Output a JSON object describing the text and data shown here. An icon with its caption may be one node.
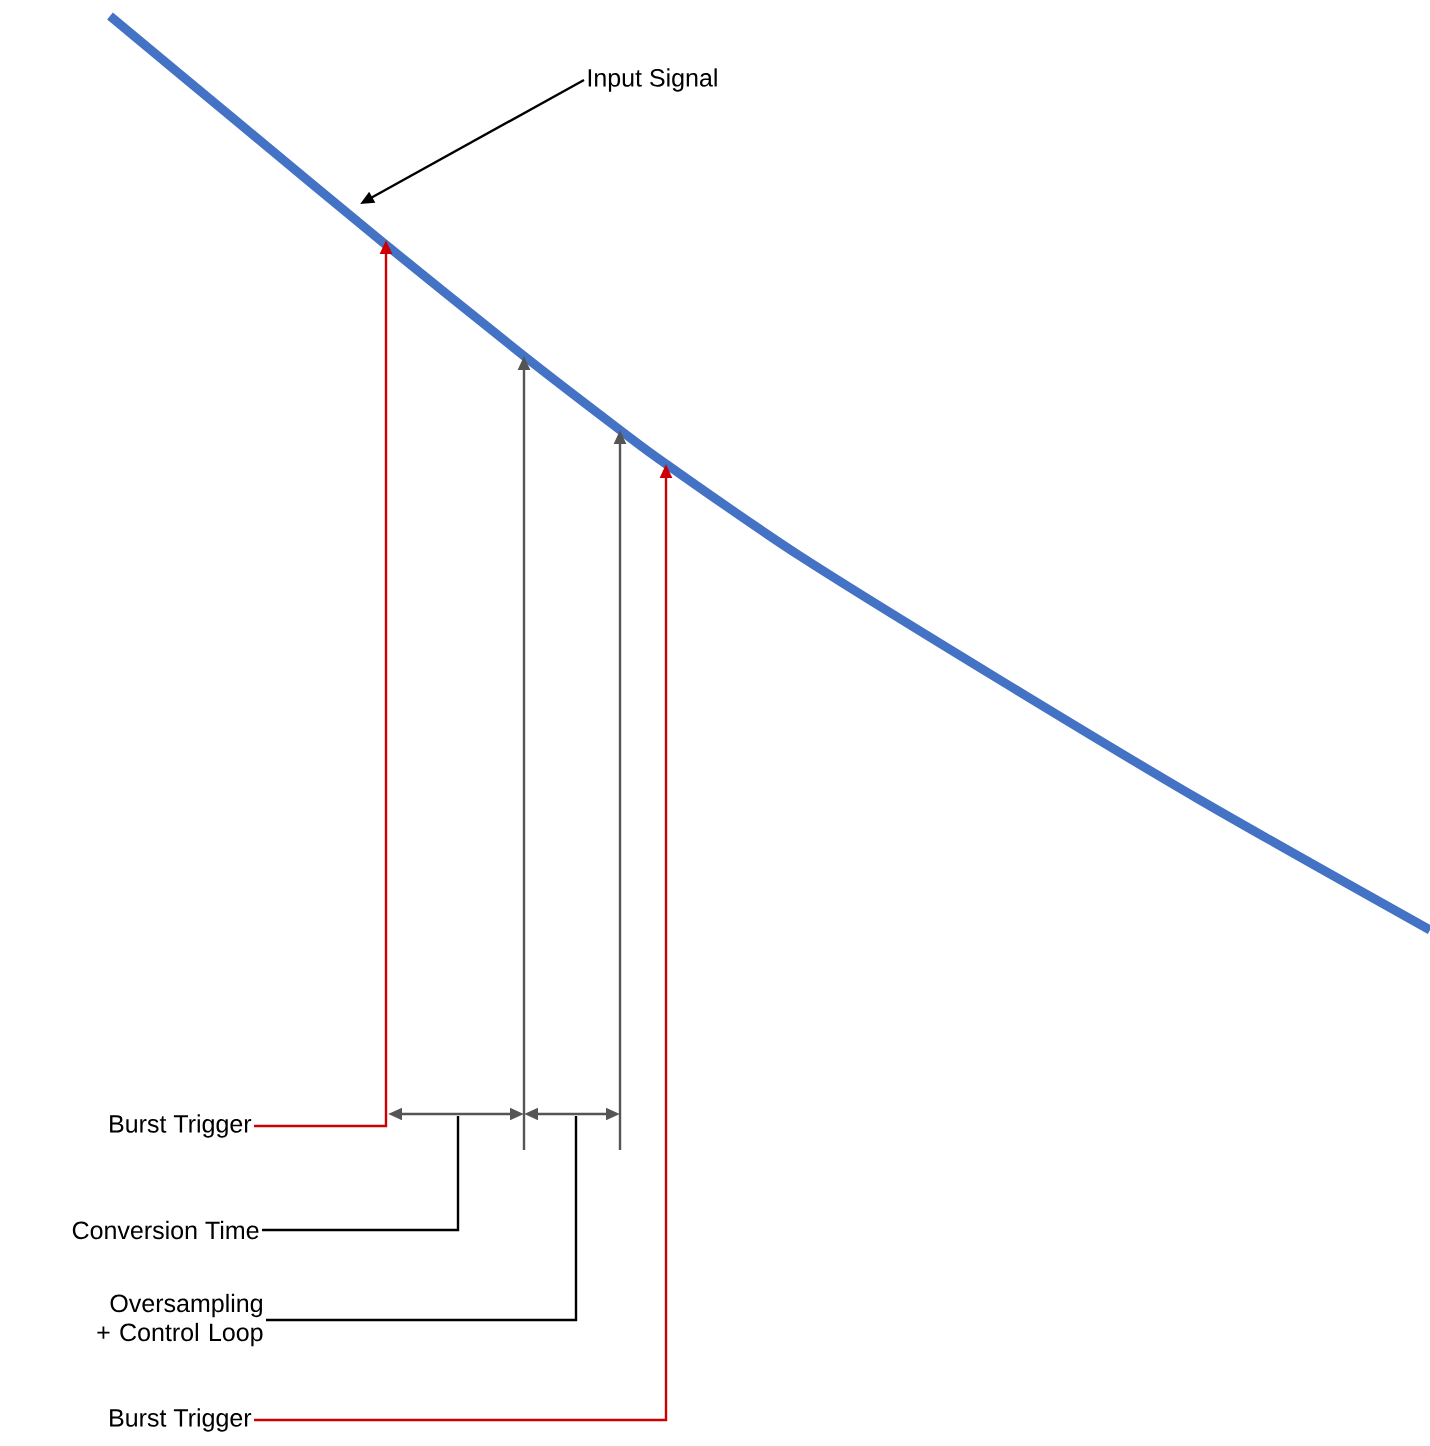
{
  "diagram": {
    "nodes": [
      {
        "text": [
          "Input Signal"
        ]
      },
      {
        "text": [
          "Burst Trigger"
        ]
      },
      {
        "text": [
          "Conversion Time"
        ]
      },
      {
        "text": [
          "Oversampling + Control Loop"
        ]
      },
      {
        "text": [
          "Burst Trigger"
        ]
      }
    ],
    "edges": [
      {
        "from": 0,
        "to": null,
        "arrow": "to"
      },
      {
        "from": 1,
        "to": null,
        "arrow": "to",
        "color": "#cc0000"
      },
      {
        "from": 2,
        "to": null,
        "arrow": "none"
      },
      {
        "from": 3,
        "to": null,
        "arrow": "none"
      },
      {
        "from": 4,
        "to": null,
        "arrow": "to",
        "color": "#cc0000"
      }
    ]
  }
}
